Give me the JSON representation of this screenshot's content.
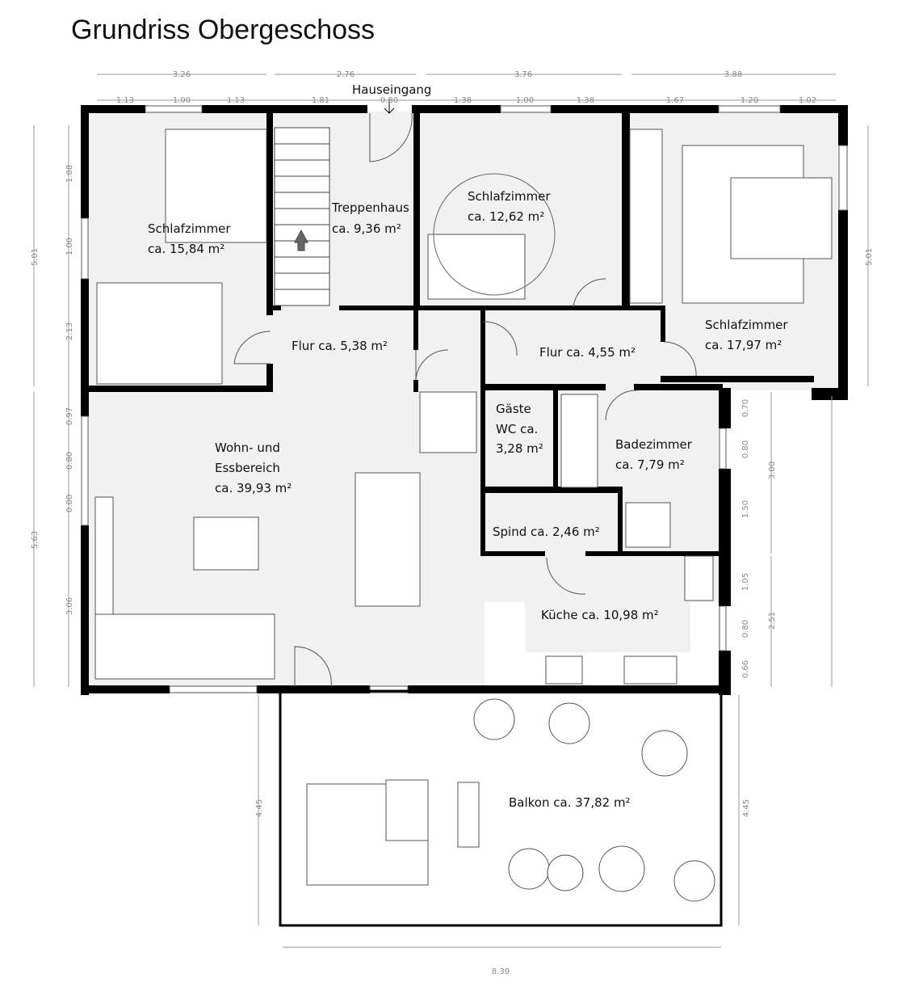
{
  "title": "Grundriss Obergeschoss",
  "entrance_label": "Hauseingang",
  "rooms": {
    "bedroom1": {
      "name": "Schlafzimmer",
      "area": "ca. 15,84 m²"
    },
    "stairs": {
      "name": "Treppenhaus",
      "area": "ca. 9,36 m²"
    },
    "bedroom2": {
      "name": "Schlafzimmer",
      "area": "ca. 12,62 m²"
    },
    "bedroom3": {
      "name": "Schlafzimmer",
      "area": "ca. 17,97 m²"
    },
    "hall1": {
      "name": "Flur ca. 5,38 m²"
    },
    "hall2": {
      "name": "Flur ca. 4,55 m²"
    },
    "living": {
      "line1": "Wohn- und",
      "line2": "Essbereich",
      "area": "ca. 39,93 m²"
    },
    "wc": {
      "line1": "Gäste",
      "line2": "WC ca.",
      "area": "3,28 m²"
    },
    "bath": {
      "name": "Badezimmer",
      "area": "ca. 7,79 m²"
    },
    "closet": {
      "name": "Spind ca. 2,46 m²"
    },
    "kitchen": {
      "name": "Küche ca. 10,98 m²"
    },
    "balcony": {
      "name": "Balkon ca. 37,82 m²"
    }
  },
  "dimensions": {
    "top_total": [
      "3.26",
      "2.76",
      "3.76",
      "3.88"
    ],
    "top_parts": [
      "1.13",
      "1.00",
      "1.13",
      "1.81",
      "0.80",
      "1.38",
      "1.00",
      "1.38",
      "1.67",
      "1.20",
      "1.02"
    ],
    "left_total": [
      "5.01",
      "5.63"
    ],
    "left_parts": [
      "1.88",
      "1.00",
      "2.13",
      "0.97",
      "0.80",
      "0.80",
      "3.06"
    ],
    "right_total": [
      "5.01",
      "3.00",
      "2.51",
      "4.45"
    ],
    "right_parts": [
      "0.70",
      "0.80",
      "1.50",
      "1.05",
      "0.80",
      "0.66"
    ],
    "balcony_left": "4.45",
    "bottom": "8.39"
  }
}
